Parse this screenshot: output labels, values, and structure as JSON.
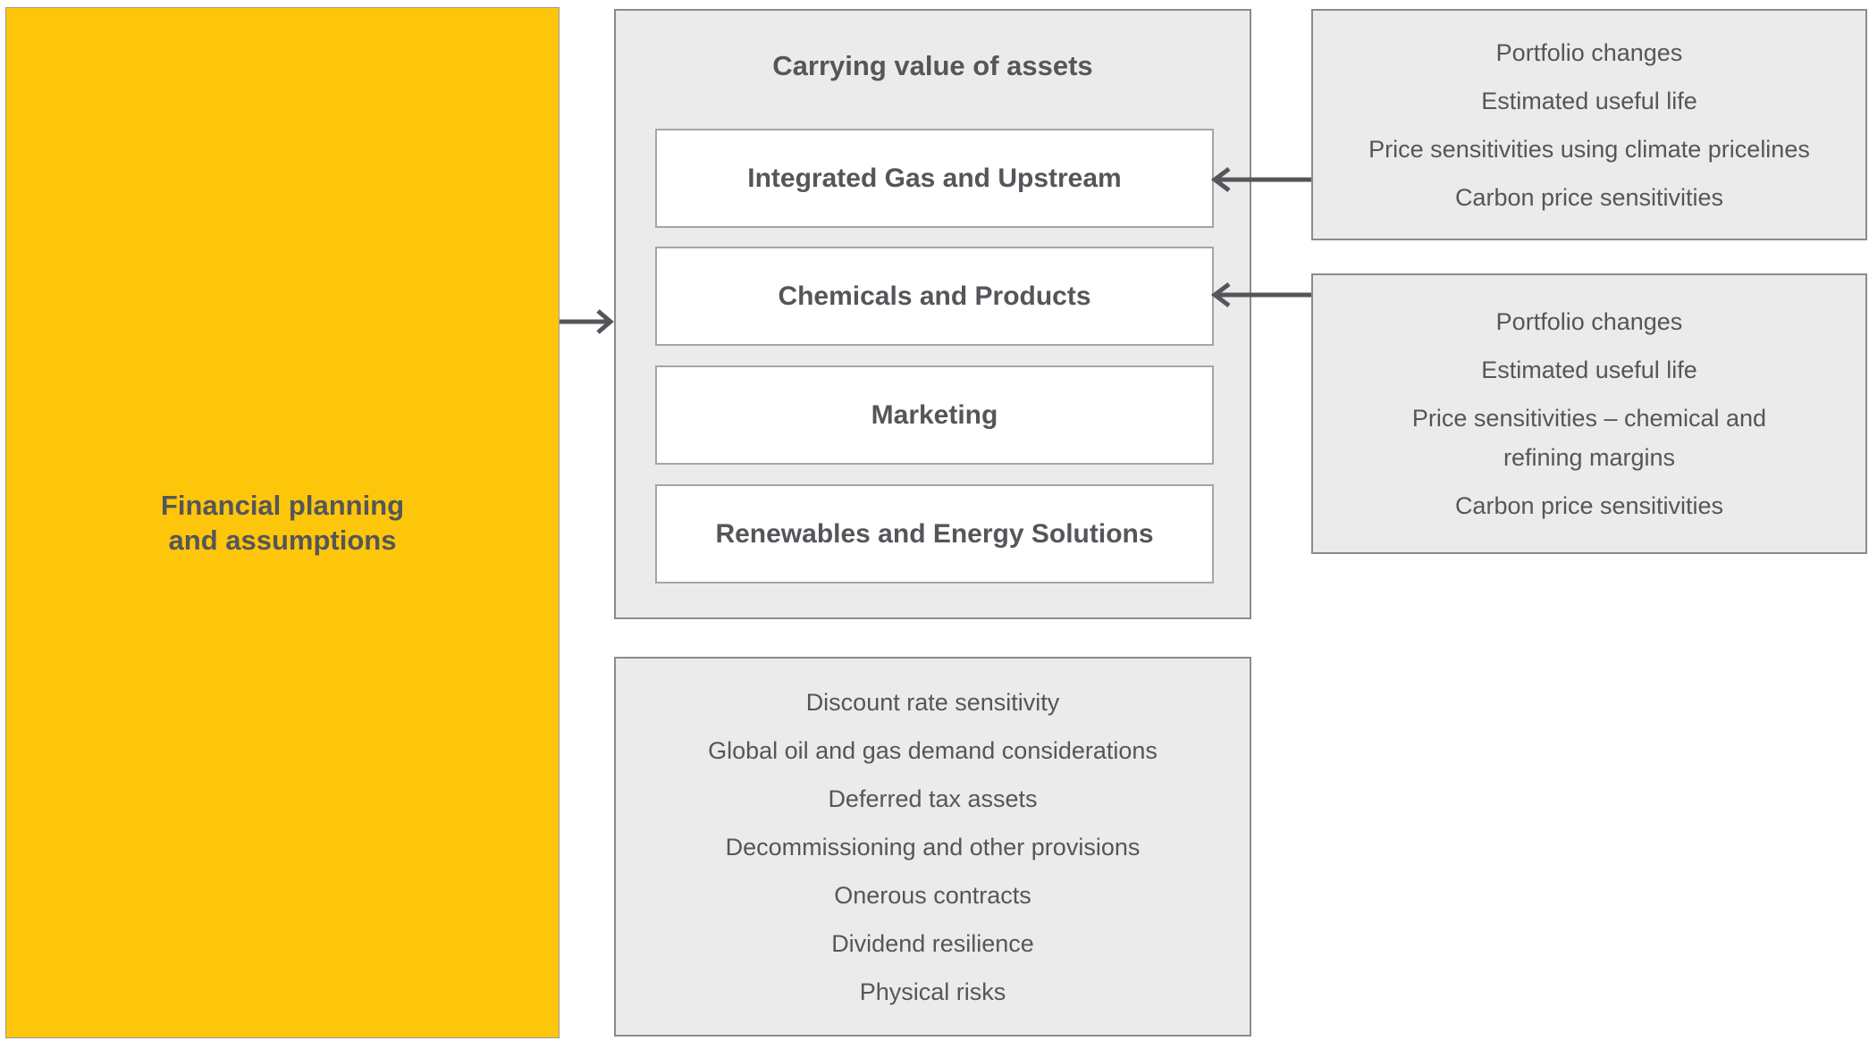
{
  "palette": {
    "brand_yellow": "#FDC60B",
    "panel_gray": "#EBEBEB",
    "text_dark": "#54565A",
    "arrow_gray": "#54565B"
  },
  "financial_panel": {
    "line1": "Financial planning",
    "line2": "and assumptions"
  },
  "carrying_panel": {
    "title": "Carrying value of assets",
    "segments": [
      "Integrated Gas and Upstream",
      "Chemicals and Products",
      "Marketing",
      "Renewables and Energy Solutions"
    ]
  },
  "considerations_panel": {
    "items": [
      "Discount rate sensitivity",
      "Global oil and gas demand considerations",
      "Deferred tax assets",
      "Decommissioning and other provisions",
      "Onerous contracts",
      "Dividend resilience",
      "Physical risks"
    ]
  },
  "upstream_factors_panel": {
    "items": [
      "Portfolio changes",
      "Estimated useful life",
      "Price sensitivities using climate pricelines",
      "Carbon price sensitivities"
    ]
  },
  "chemicals_factors_panel": {
    "items": [
      "Portfolio changes",
      "Estimated useful life",
      "Price sensitivities – chemical and refining margins",
      "Carbon price sensitivities"
    ]
  }
}
